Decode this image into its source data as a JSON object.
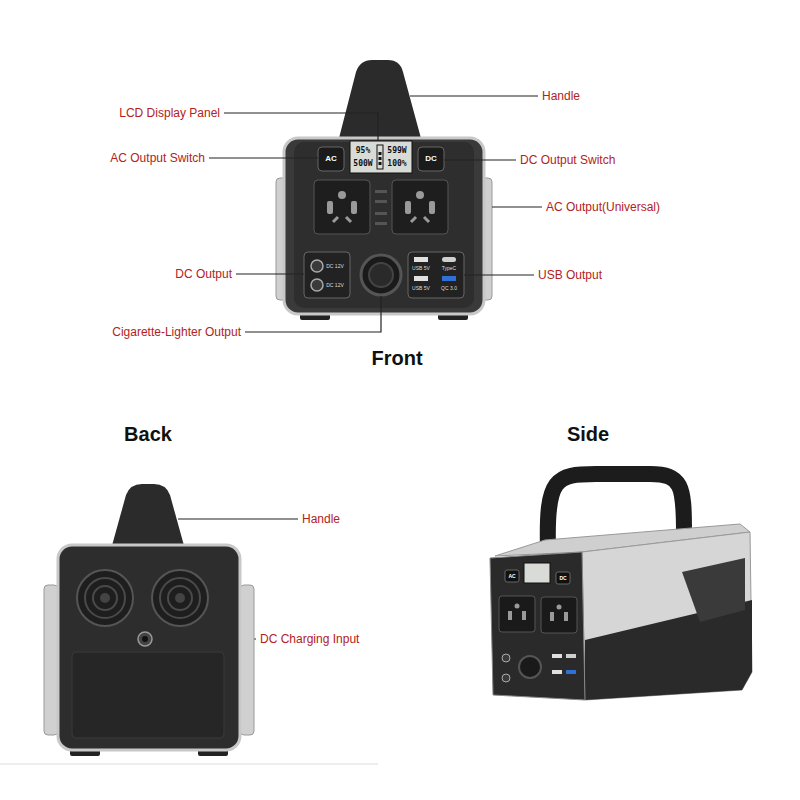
{
  "diagram": {
    "labels": [
      "LCD Display Panel",
      "Handle",
      "AC Output Switch",
      "AC",
      "95%",
      "599W",
      "500W",
      "100%",
      "DC",
      "DC Output Switch",
      "AC Output(Universal)",
      "DC Output",
      "DC 12V",
      "DC 12V",
      "USB 5V",
      "TypeC",
      "USB 5V",
      "QC 3.0",
      "USB Output",
      "Cigarette-Lighter Output",
      "Front",
      "Back",
      "Side",
      "Handle",
      "DC Charging Input",
      "AC",
      "DC"
    ]
  }
}
